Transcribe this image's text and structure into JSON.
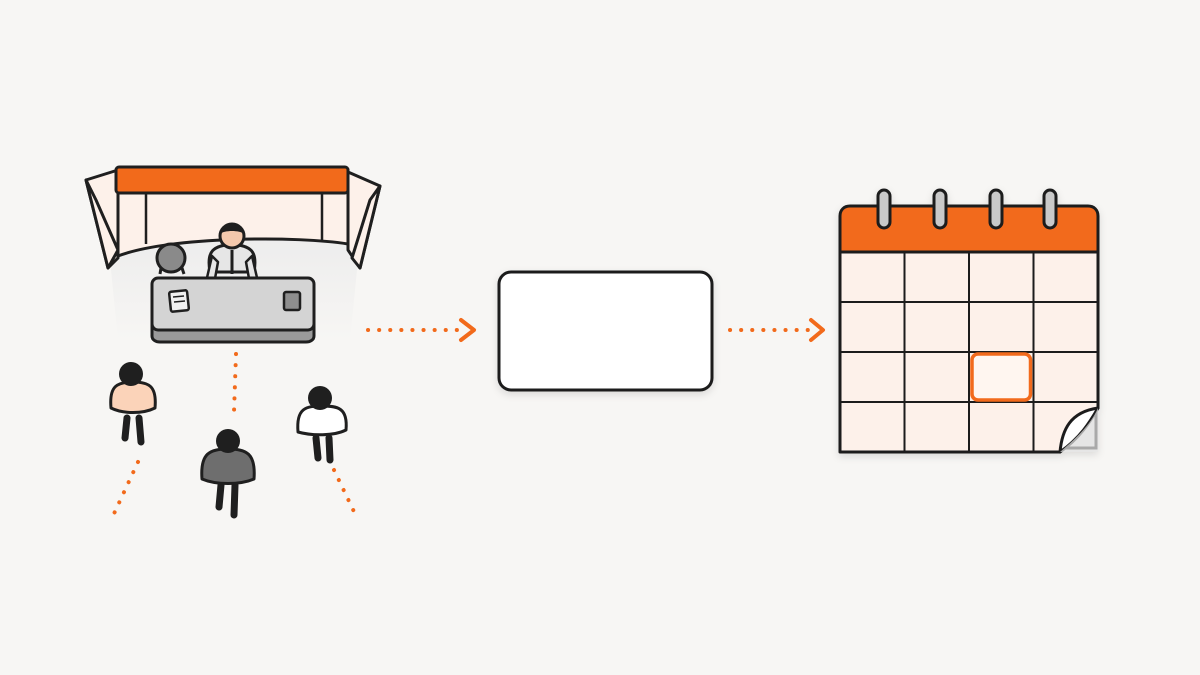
{
  "colors": {
    "background": "#f7f6f4",
    "accent": "#f26a1b",
    "outline": "#1f1f1f",
    "panel_tint": "#fdf1ea",
    "desk_gray": "#d4d4d4",
    "shirt_light": "#fbd3b9",
    "shirt_dark": "#6e6e6e"
  },
  "diagram": {
    "booth": {
      "icon": "reception-booth-icon",
      "staff": "staff-person-icon",
      "chair": "chair-icon"
    },
    "visitors": [
      "walking-person-icon",
      "walking-person-icon",
      "walking-person-icon"
    ],
    "middle_box": {
      "label": ""
    },
    "calendar": {
      "icon": "calendar-icon",
      "rows": 4,
      "columns": 4,
      "rings": 4,
      "highlight_row": 3,
      "highlight_col": 3
    },
    "arrows": [
      "arrow-right-icon",
      "arrow-right-icon"
    ]
  }
}
